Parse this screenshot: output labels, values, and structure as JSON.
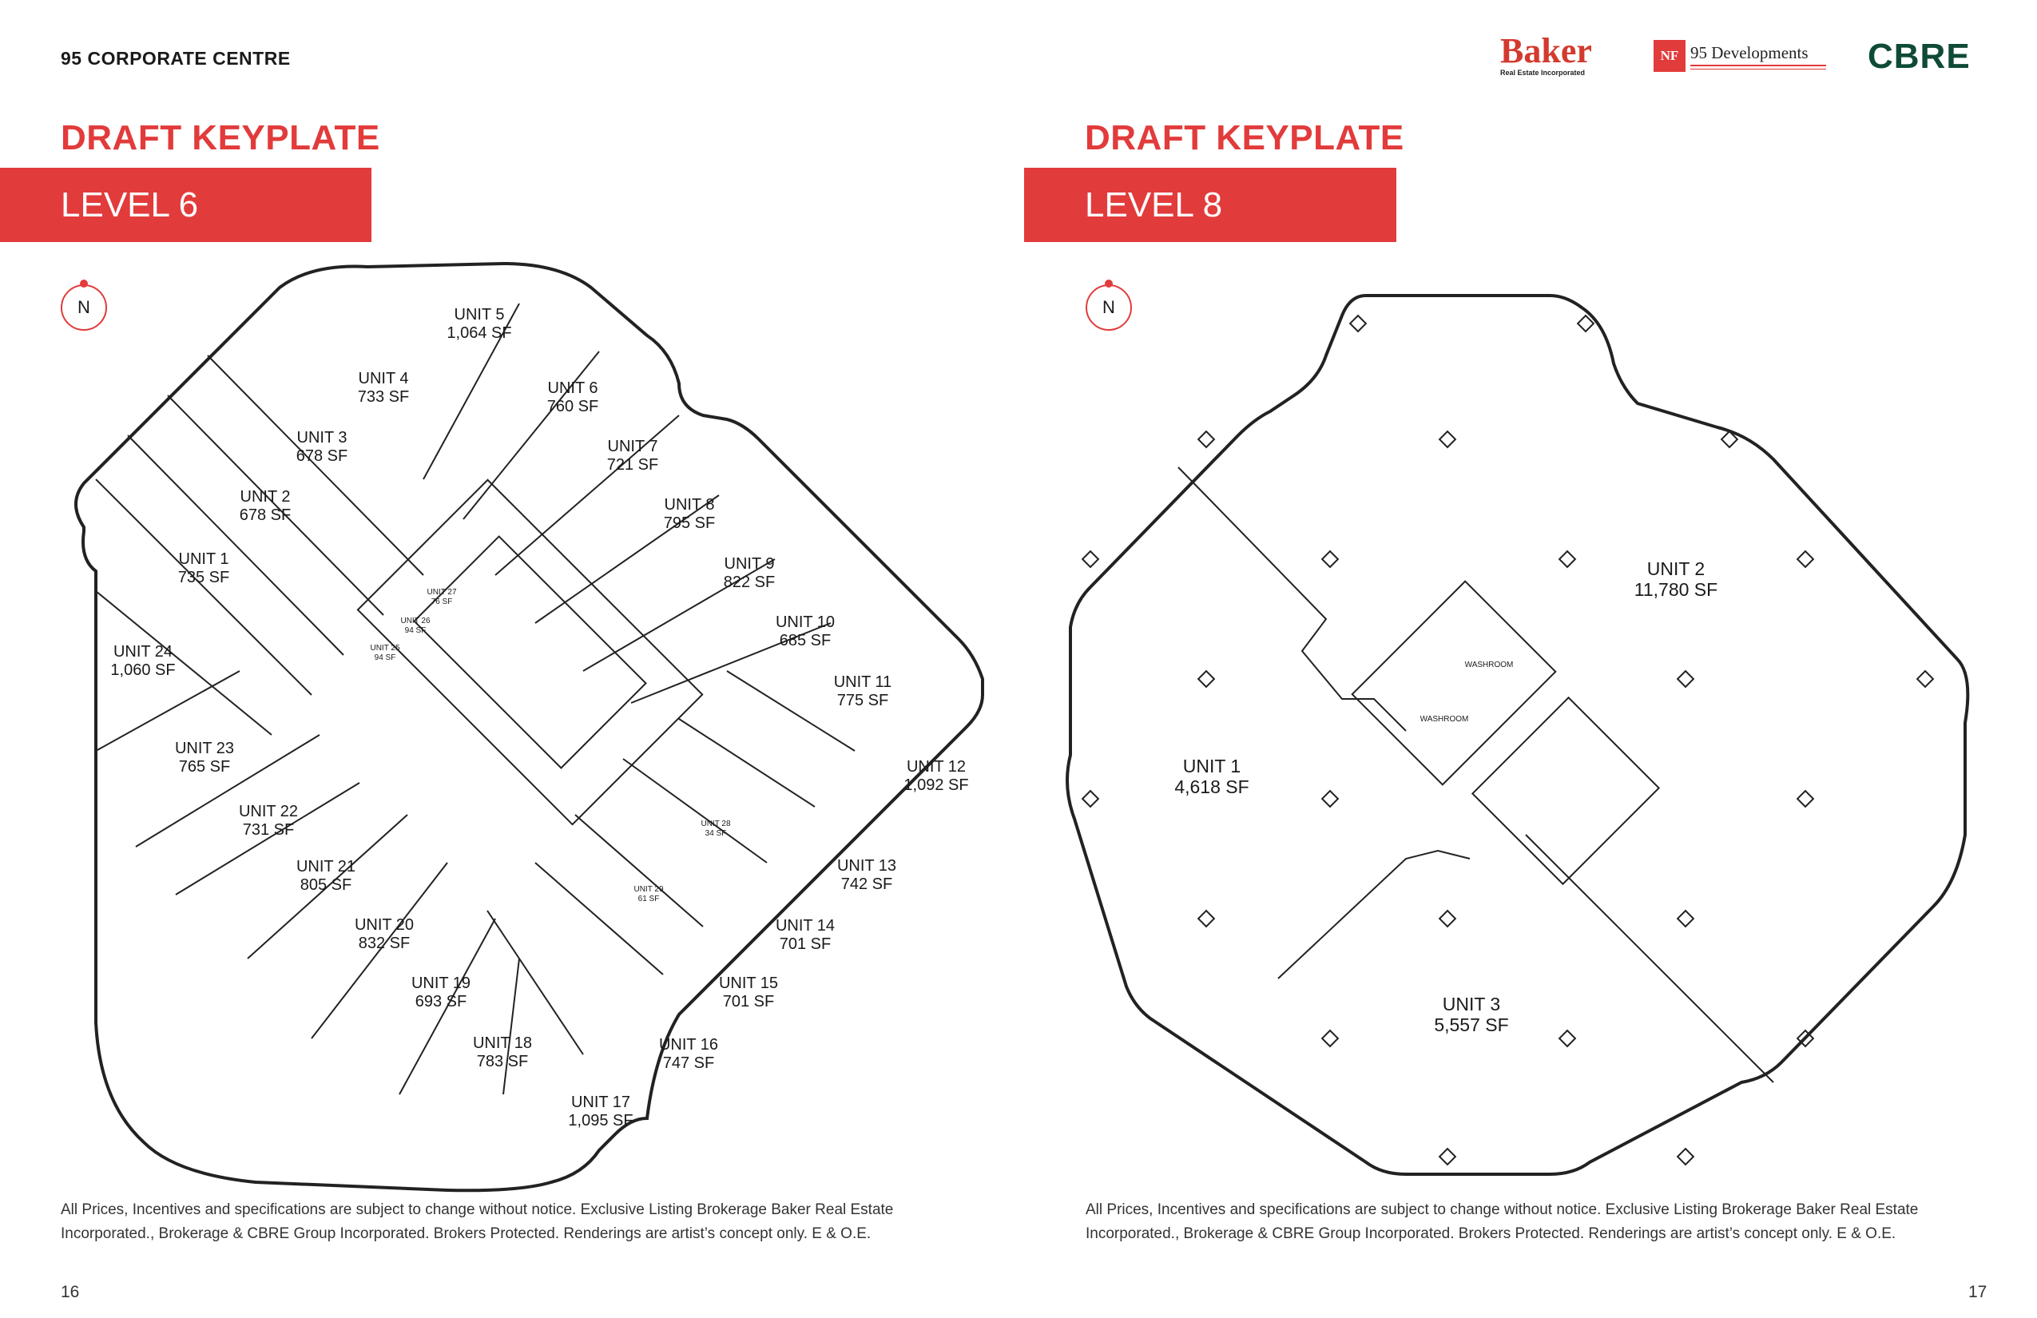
{
  "header": {
    "document_title": "95 CORPORATE CENTRE",
    "logos": {
      "baker": "Baker",
      "baker_sub": "Real Estate Incorporated",
      "nf": "NF",
      "developments": "95 Developments",
      "cbre": "CBRE"
    }
  },
  "left_page": {
    "heading": "DRAFT KEYPLATE",
    "level": "LEVEL 6",
    "north": "N",
    "units": [
      {
        "name": "UNIT 5",
        "area": "1,064 SF"
      },
      {
        "name": "UNIT 4",
        "area": "733 SF"
      },
      {
        "name": "UNIT 6",
        "area": "760 SF"
      },
      {
        "name": "UNIT 3",
        "area": "678 SF"
      },
      {
        "name": "UNIT 7",
        "area": "721 SF"
      },
      {
        "name": "UNIT 2",
        "area": "678 SF"
      },
      {
        "name": "UNIT 8",
        "area": "795 SF"
      },
      {
        "name": "UNIT 1",
        "area": "735 SF"
      },
      {
        "name": "UNIT 9",
        "area": "822 SF"
      },
      {
        "name": "UNIT 10",
        "area": "685 SF"
      },
      {
        "name": "UNIT 24",
        "area": "1,060 SF"
      },
      {
        "name": "UNIT 11",
        "area": "775 SF"
      },
      {
        "name": "UNIT 23",
        "area": "765 SF"
      },
      {
        "name": "UNIT 12",
        "area": "1,092 SF"
      },
      {
        "name": "UNIT 22",
        "area": "731 SF"
      },
      {
        "name": "UNIT 21",
        "area": "805 SF"
      },
      {
        "name": "UNIT 13",
        "area": "742 SF"
      },
      {
        "name": "UNIT 20",
        "area": "832 SF"
      },
      {
        "name": "UNIT 14",
        "area": "701 SF"
      },
      {
        "name": "UNIT 19",
        "area": "693 SF"
      },
      {
        "name": "UNIT 15",
        "area": "701 SF"
      },
      {
        "name": "UNIT 18",
        "area": "783 SF"
      },
      {
        "name": "UNIT 16",
        "area": "747 SF"
      },
      {
        "name": "UNIT 17",
        "area": "1,095 SF"
      }
    ],
    "small_units": [
      {
        "name": "UNIT 27",
        "area": "76 SF"
      },
      {
        "name": "UNIT 26",
        "area": "94 SF"
      },
      {
        "name": "UNIT 25",
        "area": "94 SF"
      },
      {
        "name": "UNIT 28",
        "area": "34 SF"
      },
      {
        "name": "UNIT 29",
        "area": "61 SF"
      }
    ],
    "disclaimer": "All Prices, Incentives and specifications are subject to change without notice. Exclusive Listing Brokerage Baker Real Estate Incorporated., Brokerage & CBRE Group Incorporated. Brokers Protected. Renderings are artist’s concept only. E & O.E.",
    "page_number": "16"
  },
  "right_page": {
    "heading": "DRAFT KEYPLATE",
    "level": "LEVEL 8",
    "north": "N",
    "units": [
      {
        "name": "UNIT 2",
        "area": "11,780 SF"
      },
      {
        "name": "UNIT 1",
        "area": "4,618 SF"
      },
      {
        "name": "UNIT 3",
        "area": "5,557 SF"
      }
    ],
    "washroom_labels": [
      "WASHROOM",
      "WASHROOM"
    ],
    "disclaimer": "All Prices, Incentives and specifications are subject to change without notice. Exclusive Listing Brokerage Baker Real Estate Incorporated., Brokerage & CBRE Group Incorporated. Brokers Protected. Renderings are artist’s concept only. E & O.E.",
    "page_number": "17"
  },
  "colors": {
    "accent": "#e23b3b",
    "cbre_green": "#0f4a36",
    "baker_red": "#d33a2f"
  }
}
